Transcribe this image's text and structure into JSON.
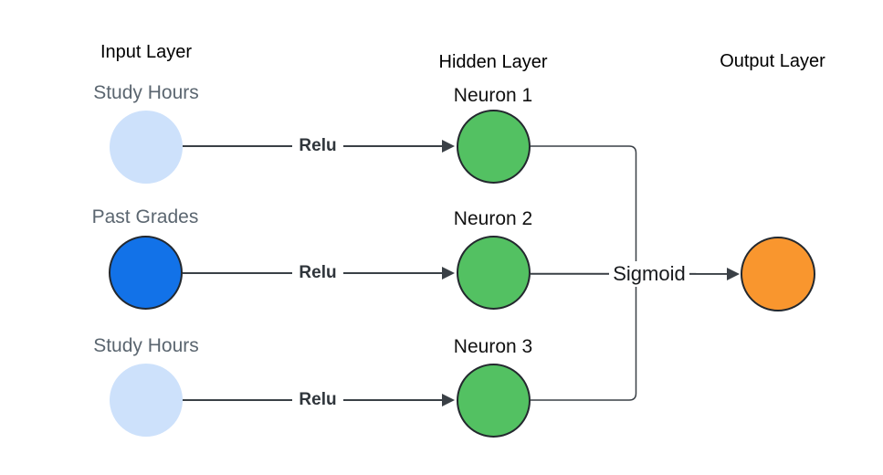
{
  "diagram": {
    "title_labels": {
      "input": "Input Layer",
      "hidden": "Hidden Layer",
      "output": "Output Layer"
    },
    "input_nodes": [
      {
        "label": "Study Hours",
        "fill": "#cde1fb"
      },
      {
        "label": "Past Grades",
        "fill": "#1272e8"
      },
      {
        "label": "Study Hours",
        "fill": "#cde1fb"
      }
    ],
    "hidden_nodes": [
      {
        "label": "Neuron 1",
        "fill": "#53c162"
      },
      {
        "label": "Neuron 2",
        "fill": "#53c162"
      },
      {
        "label": "Neuron 3",
        "fill": "#53c162"
      }
    ],
    "output_node": {
      "fill": "#f9962e"
    },
    "edge_labels": {
      "relu": "Relu",
      "sigmoid": "Sigmoid"
    },
    "colors": {
      "edge_stroke": "#3a4046",
      "node_border": "#23282e",
      "input_label_text": "#5b6670",
      "title_text": "#000000"
    }
  }
}
